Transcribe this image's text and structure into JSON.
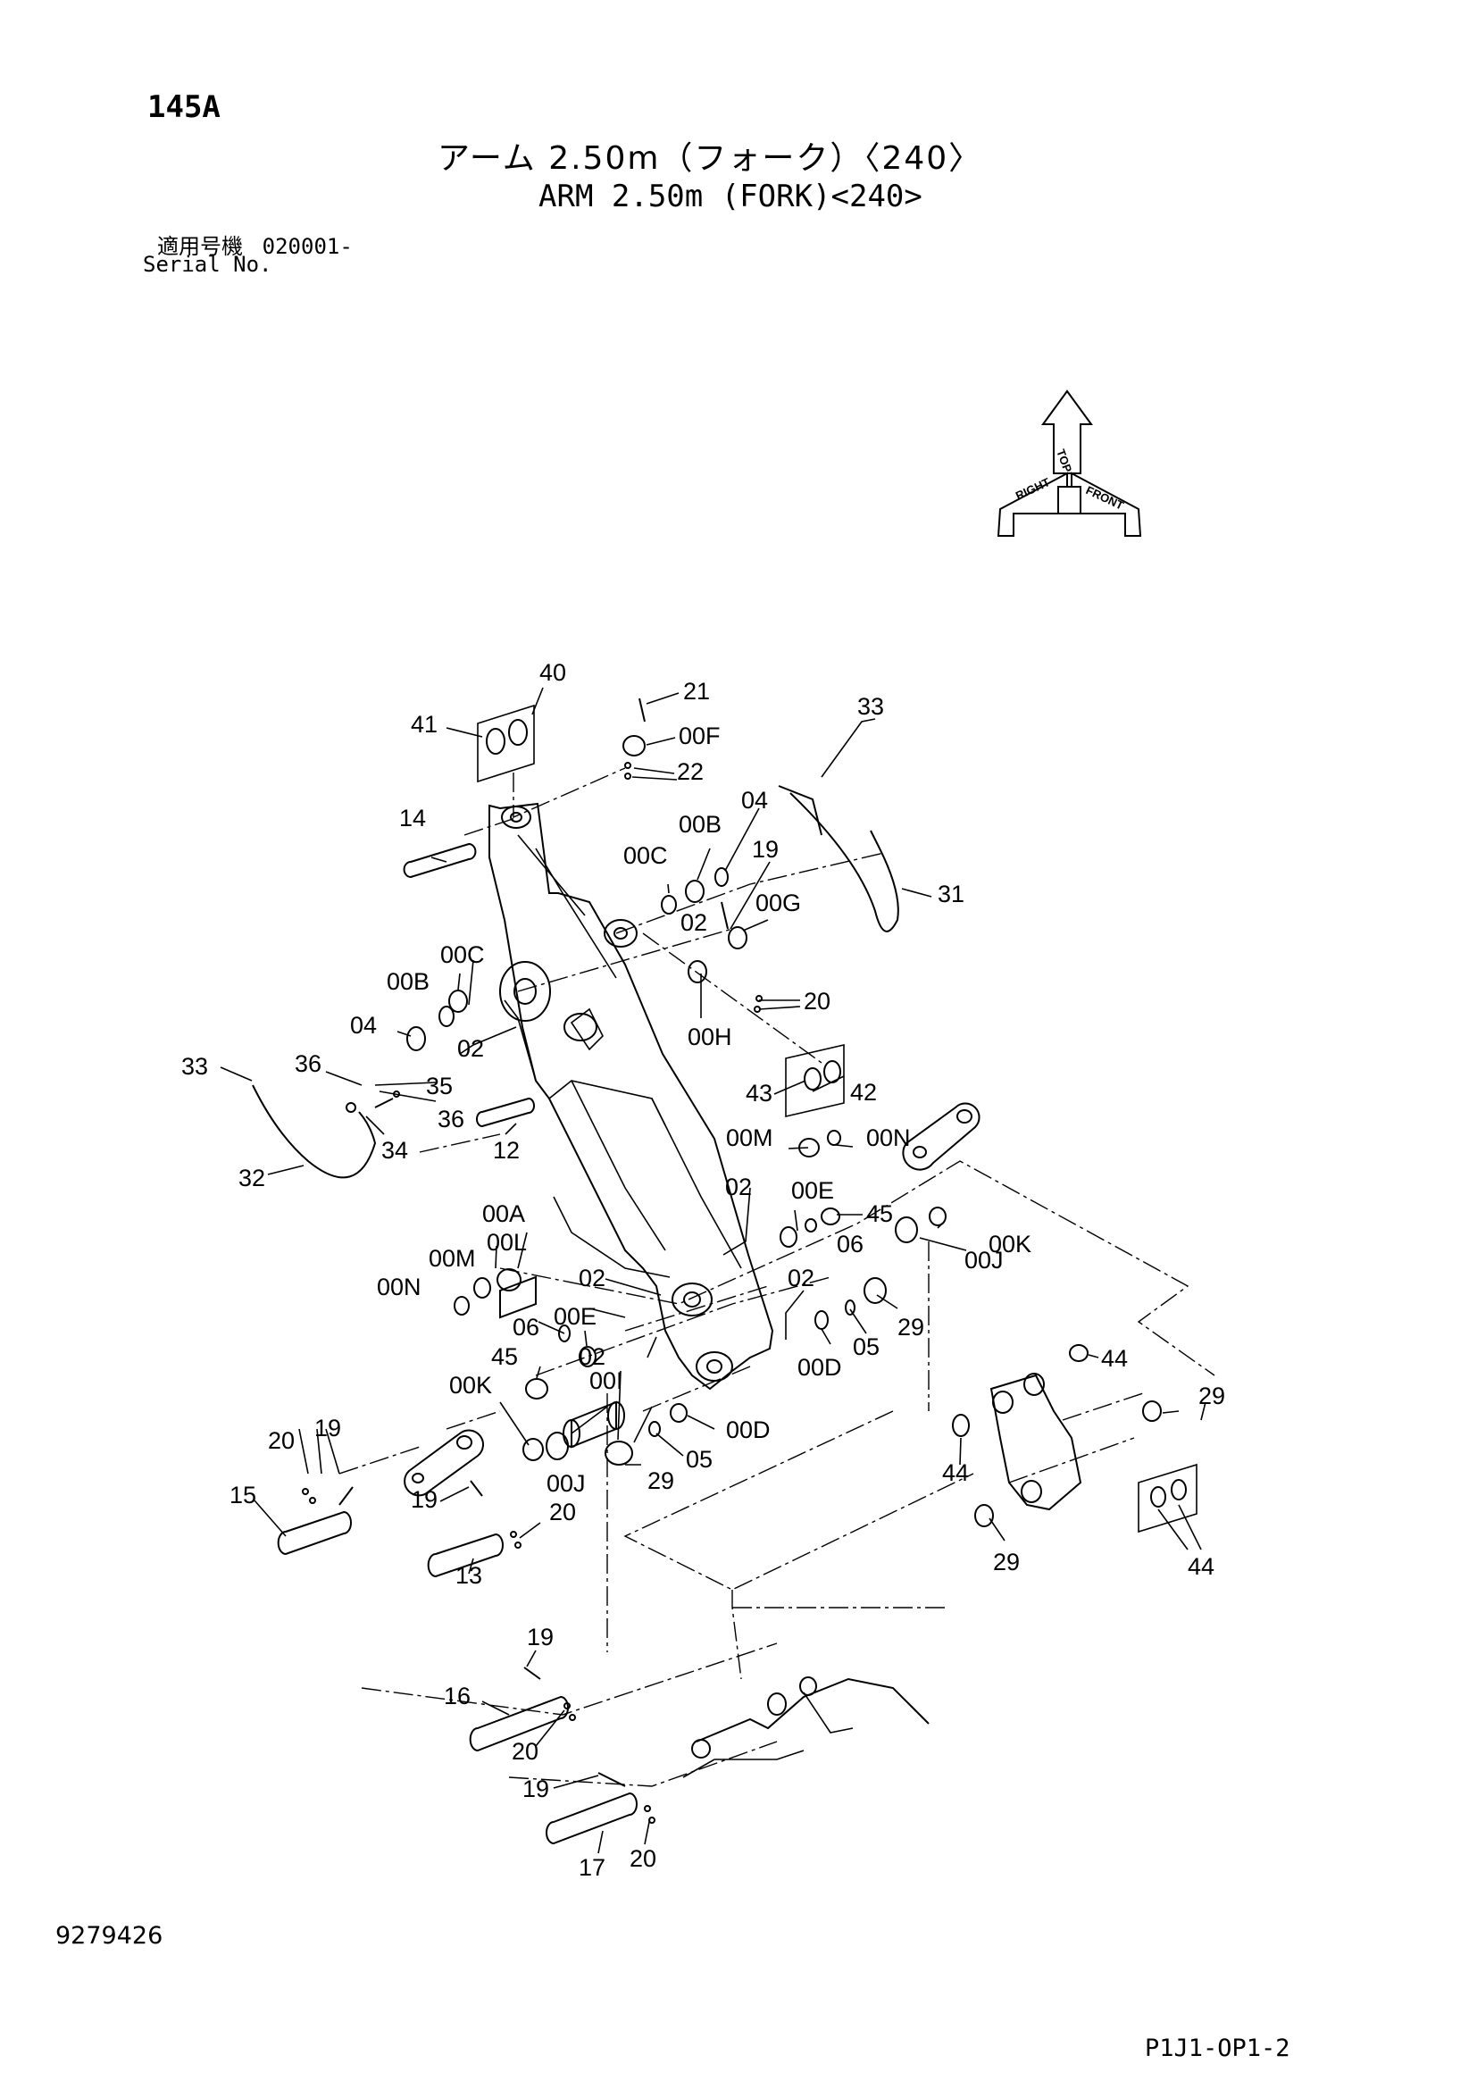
{
  "header": {
    "page_code": "145A",
    "title_jp": "アーム 2.50m（フォーク）〈240〉",
    "title_en": "ARM 2.50m (FORK)<240>",
    "serial_label_jp": "適用号機",
    "serial_value": "020001-",
    "serial_label_en": "Serial No."
  },
  "orientation_indicator": {
    "top": "TOP",
    "right": "RIGHT",
    "front": "FRONT"
  },
  "labels": {
    "p40": "40",
    "p41": "41",
    "p21": "21",
    "p00F": "00F",
    "p22": "22",
    "p33a": "33",
    "p14": "14",
    "p04a": "04",
    "p00B": "00B",
    "p00C": "00C",
    "p19a": "19",
    "p00G": "00G",
    "p02a": "02",
    "p31": "31",
    "p00Ca": "00C",
    "p00Ba": "00B",
    "p04b": "04",
    "p02b": "02",
    "p20a": "20",
    "p00H": "00H",
    "p33b": "33",
    "p36a": "36",
    "p35": "35",
    "p36b": "36",
    "p43": "43",
    "p42": "42",
    "p12": "12",
    "p34": "34",
    "p00Ma": "00M",
    "p00Na": "00N",
    "p32": "32",
    "p02c": "02",
    "p00Ea": "00E",
    "p00A": "00A",
    "p45a": "45",
    "p06a": "06",
    "p00Ka": "00K",
    "p00L": "00L",
    "p00Jb": "00J",
    "p00Mb": "00M",
    "p02d": "02",
    "p02e": "02",
    "p00Nb": "00N",
    "p06b": "06",
    "p00Eb": "00E",
    "p29a": "29",
    "p05a": "05",
    "p45b": "45",
    "p02f": "02",
    "p00Da": "00D",
    "p00Kb": "00K",
    "p00I": "00I",
    "p44a": "44",
    "p29b": "29",
    "p20b": "20",
    "p19b": "19",
    "p00Db": "00D",
    "p05b": "05",
    "p15": "15",
    "p00Ja": "00J",
    "p29c": "29",
    "p44b": "44",
    "p19c": "19",
    "p20c": "20",
    "p13": "13",
    "p29d": "29",
    "p44c": "44",
    "p19d": "19",
    "p16": "16",
    "p20d": "20",
    "p19e": "19",
    "p17": "17",
    "p20e": "20"
  },
  "footer": {
    "doc_number": "9279426",
    "figure_code": "P1J1-OP1-2"
  }
}
